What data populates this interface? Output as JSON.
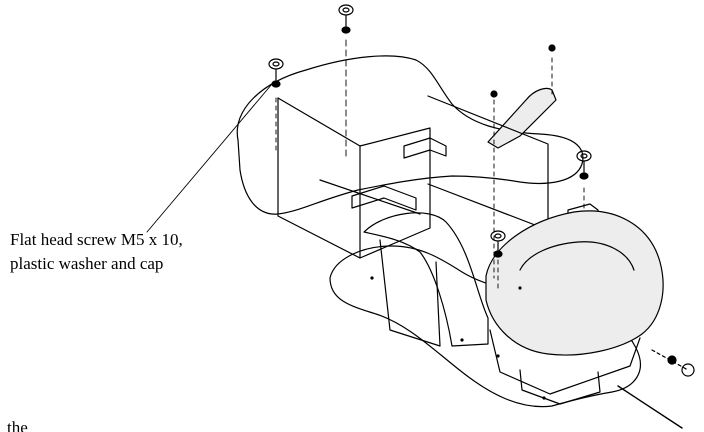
{
  "callout": {
    "line1": "Flat head screw M5 x 10,",
    "line2": "plastic washer and cap"
  },
  "cut_text": "the",
  "colors": {
    "line": "#000000",
    "background": "#ffffff",
    "cover_shading": "#ededed"
  }
}
